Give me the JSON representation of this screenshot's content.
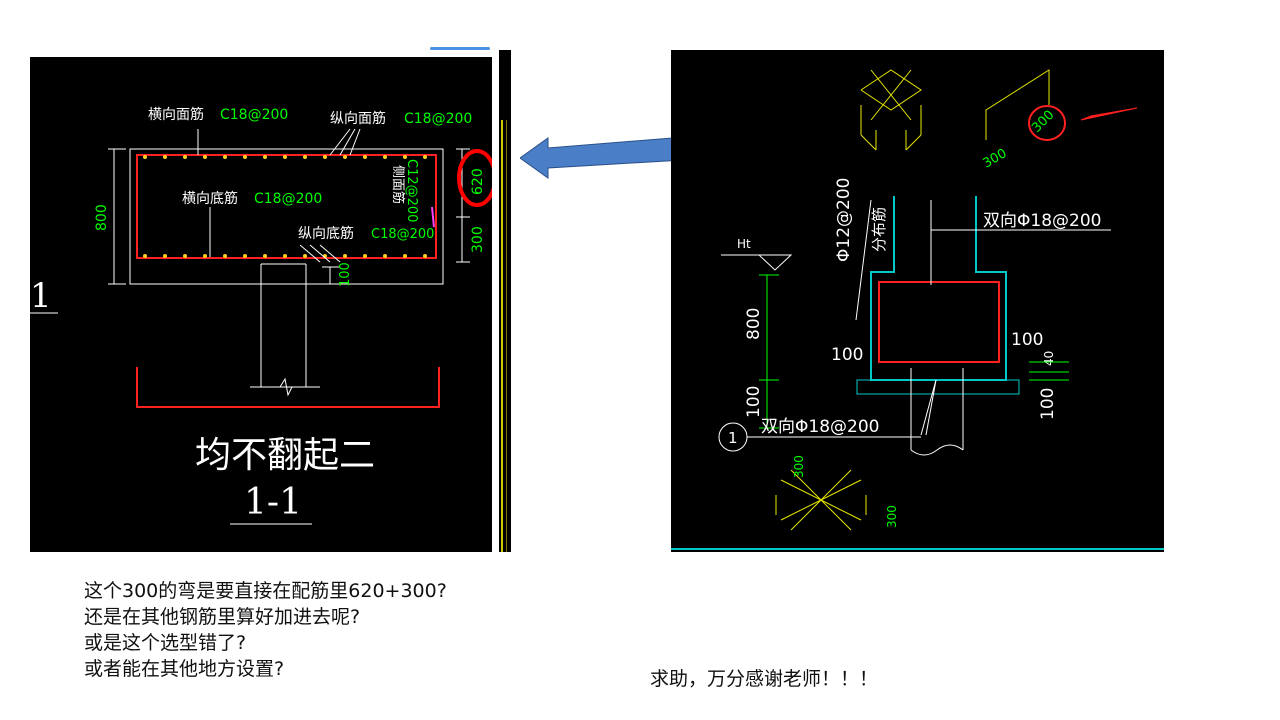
{
  "left_drawing": {
    "top_transverse_label": "横向面筋",
    "top_transverse_spec": "C18@200",
    "top_longitudinal_label": "纵向面筋",
    "top_longitudinal_spec": "C18@200",
    "bottom_transverse_label": "横向底筋",
    "bottom_transverse_spec": "C18@200",
    "bottom_longitudinal_label": "纵向底筋",
    "bottom_longitudinal_spec": "C18@200",
    "side_label": "侧面筋",
    "side_spec": "C12@200",
    "dim_height": "800",
    "dim_620": "620",
    "dim_300": "300",
    "dim_100": "100",
    "section_marker": "1",
    "note": "均不翻起二",
    "section_title": "1-1"
  },
  "right_drawing": {
    "bend_dim_top": "300",
    "bend_dim_circled": "300",
    "dist_bar": "Φ12@200",
    "dist_bar_label": "分布筋",
    "top_bars": "双向Φ18@200",
    "bottom_bars": "双向Φ18@200",
    "ht_label": "Ht",
    "dim_800": "800",
    "dim_100_left_bottom": "100",
    "dim_100_cap_left": "100",
    "dim_100_cap_right": "100",
    "dim_40": "40",
    "dim_100_right_bottom": "100",
    "section_marker": "1",
    "bottom_dim_a": "300",
    "bottom_dim_b": "300"
  },
  "question_lines": [
    "这个300的弯是要直接在配筋里620+300?",
    "还是在其他钢筋里算好加进去呢?",
    "或是这个选型错了?",
    "或者能在其他地方设置?"
  ],
  "thanks": "求助，万分感谢老师！！！",
  "colors": {
    "label_white": "#ffffff",
    "spec_green": "#00ff00",
    "rebar_red": "#ff2020",
    "cad_yellow": "#e8e800",
    "cad_cyan": "#00c8c8",
    "arrow_blue": "#4a7fc8",
    "highlight_red": "#ff0000"
  }
}
